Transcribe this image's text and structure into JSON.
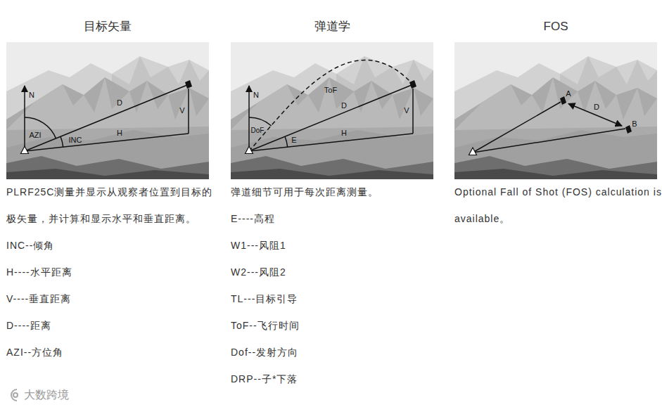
{
  "diagram": {
    "labels": [
      "目标矢量",
      "弹道学",
      "FOS",
      "N",
      "AZI",
      "INC",
      "D",
      "H",
      "V",
      "N",
      "ToF",
      "DoF",
      "E",
      "D",
      "H",
      "V",
      "A",
      "D",
      "B",
      "PLRF25C测量并显示从观察者位置到目标的极矢量，并计算和显示水平和垂直距离。",
      "INC--倾角",
      "H----水平距离",
      "V----垂直距离",
      "D----距离",
      "AZI--方位角",
      "弹道细节可用于每次距离测量。",
      "E----高程",
      "W1---风阻1",
      "W2---风阻2",
      "TL---目标引导",
      "ToF--飞行时间",
      "Dof--发射方向",
      "DRP--子*下落",
      "Optional Fall of Shot (FOS) calculation is available。",
      "大数跨境"
    ]
  }
}
